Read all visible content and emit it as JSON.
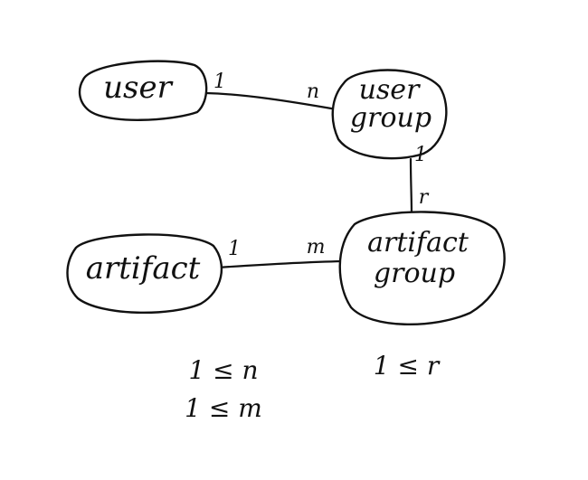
{
  "nodes": {
    "user": {
      "label": "user"
    },
    "user_group": {
      "line1": "user",
      "line2": "group"
    },
    "artifact": {
      "label": "artifact"
    },
    "artifact_group": {
      "line1": "artifact",
      "line2": "group"
    }
  },
  "edges": {
    "user_to_user_group": {
      "source_card": "1",
      "target_card": "n"
    },
    "user_group_to_artifact_group": {
      "source_card": "1",
      "target_card": "r"
    },
    "artifact_to_artifact_group": {
      "source_card": "1",
      "target_card": "m"
    }
  },
  "constraints": {
    "n": "1 ≤ n",
    "m": "1 ≤ m",
    "r": "1 ≤ r"
  },
  "colors": {
    "ink": "#111111",
    "paper": "#ffffff"
  }
}
